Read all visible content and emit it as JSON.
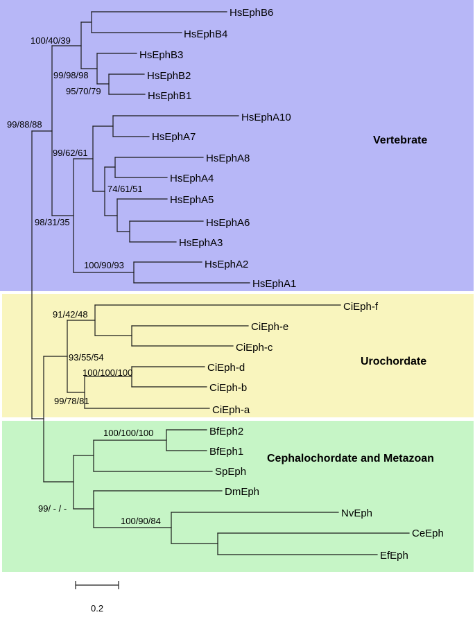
{
  "groups": {
    "vertebrate": {
      "label": "Vertebrate",
      "color": "#b7b7f7"
    },
    "urochordate": {
      "label": "Urochordate",
      "color": "#f9f5be"
    },
    "cephalochordate": {
      "label": "Cephalochordate and Metazoan",
      "color": "#c6f5c6"
    }
  },
  "leaves": [
    "HsEphB6",
    "HsEphB4",
    "HsEphB3",
    "HsEphB2",
    "HsEphB1",
    "HsEphA10",
    "HsEphA7",
    "HsEphA8",
    "HsEphA4",
    "HsEphA5",
    "HsEphA6",
    "HsEphA3",
    "HsEphA2",
    "HsEphA1",
    "CiEph-f",
    "CiEph-e",
    "CiEph-c",
    "CiEph-d",
    "CiEph-b",
    "CiEph-a",
    "BfEph2",
    "BfEph1",
    "SpEph",
    "DmEph",
    "NvEph",
    "CeEph",
    "EfEph"
  ],
  "support": [
    "100/40/39",
    "99/98/98",
    "95/70/79",
    "99/88/88",
    "99/62/61",
    "74/61/51",
    "98/31/35",
    "100/90/93",
    "91/42/48",
    "93/55/54",
    "100/100/100",
    "99/78/81",
    "100/100/100",
    "99/ - / -",
    "100/90/84"
  ],
  "scale": {
    "label": "0.2"
  },
  "colors": {
    "line": "#1a1a1a"
  }
}
